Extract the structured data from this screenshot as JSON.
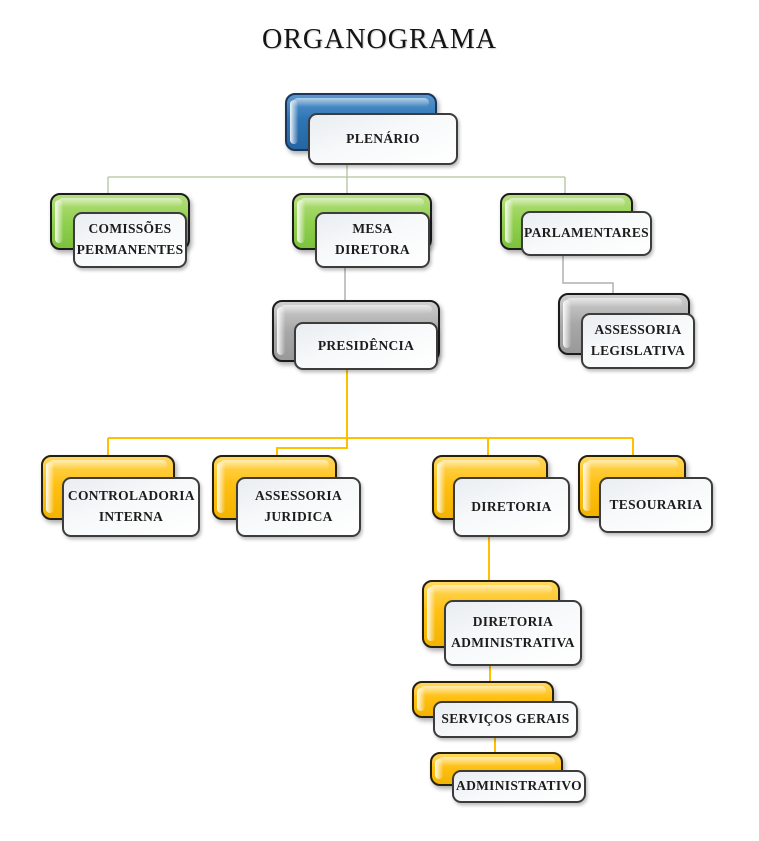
{
  "title": "ORGANOGRAMA",
  "colors": {
    "blue": "#2e75b6",
    "green": "#92d050",
    "gray": "#a8a8a8",
    "gold": "#ffc013",
    "connector_green": "#b4c29c",
    "connector_gray": "#b0b0b0",
    "connector_gold": "#ffc000",
    "label_border": "#3c3c3c"
  },
  "nodes": {
    "plenario": {
      "label": "PLENÁRIO"
    },
    "comissoes": {
      "label": "COMISSÕES PERMANENTES"
    },
    "mesa": {
      "label": "MESA DIRETORA"
    },
    "parlamentares": {
      "label": "PARLAMENTARES"
    },
    "presidencia": {
      "label": "PRESIDÊNCIA"
    },
    "assessoria_legislativa": {
      "label": "ASSESSORIA LEGISLATIVA"
    },
    "controladoria": {
      "label": "CONTROLADORIA INTERNA"
    },
    "assessoria_juridica": {
      "label": "ASSESSORIA JURIDICA"
    },
    "diretoria": {
      "label": "DIRETORIA"
    },
    "tesouraria": {
      "label": "TESOURARIA"
    },
    "diretoria_administrativa": {
      "label": "DIRETORIA ADMINISTRATIVA"
    },
    "servicos_gerais": {
      "label": "SERVIÇOS GERAIS"
    },
    "administrativo": {
      "label": "ADMINISTRATIVO"
    }
  }
}
